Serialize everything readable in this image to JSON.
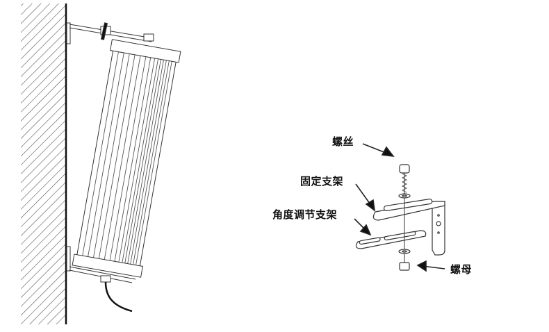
{
  "labels": {
    "screw": "螺丝",
    "fixed_bracket": "固定支架",
    "angle_bracket": "角度调节支架",
    "nut": "螺母"
  },
  "colors": {
    "line": "#222222",
    "background": "#ffffff"
  }
}
